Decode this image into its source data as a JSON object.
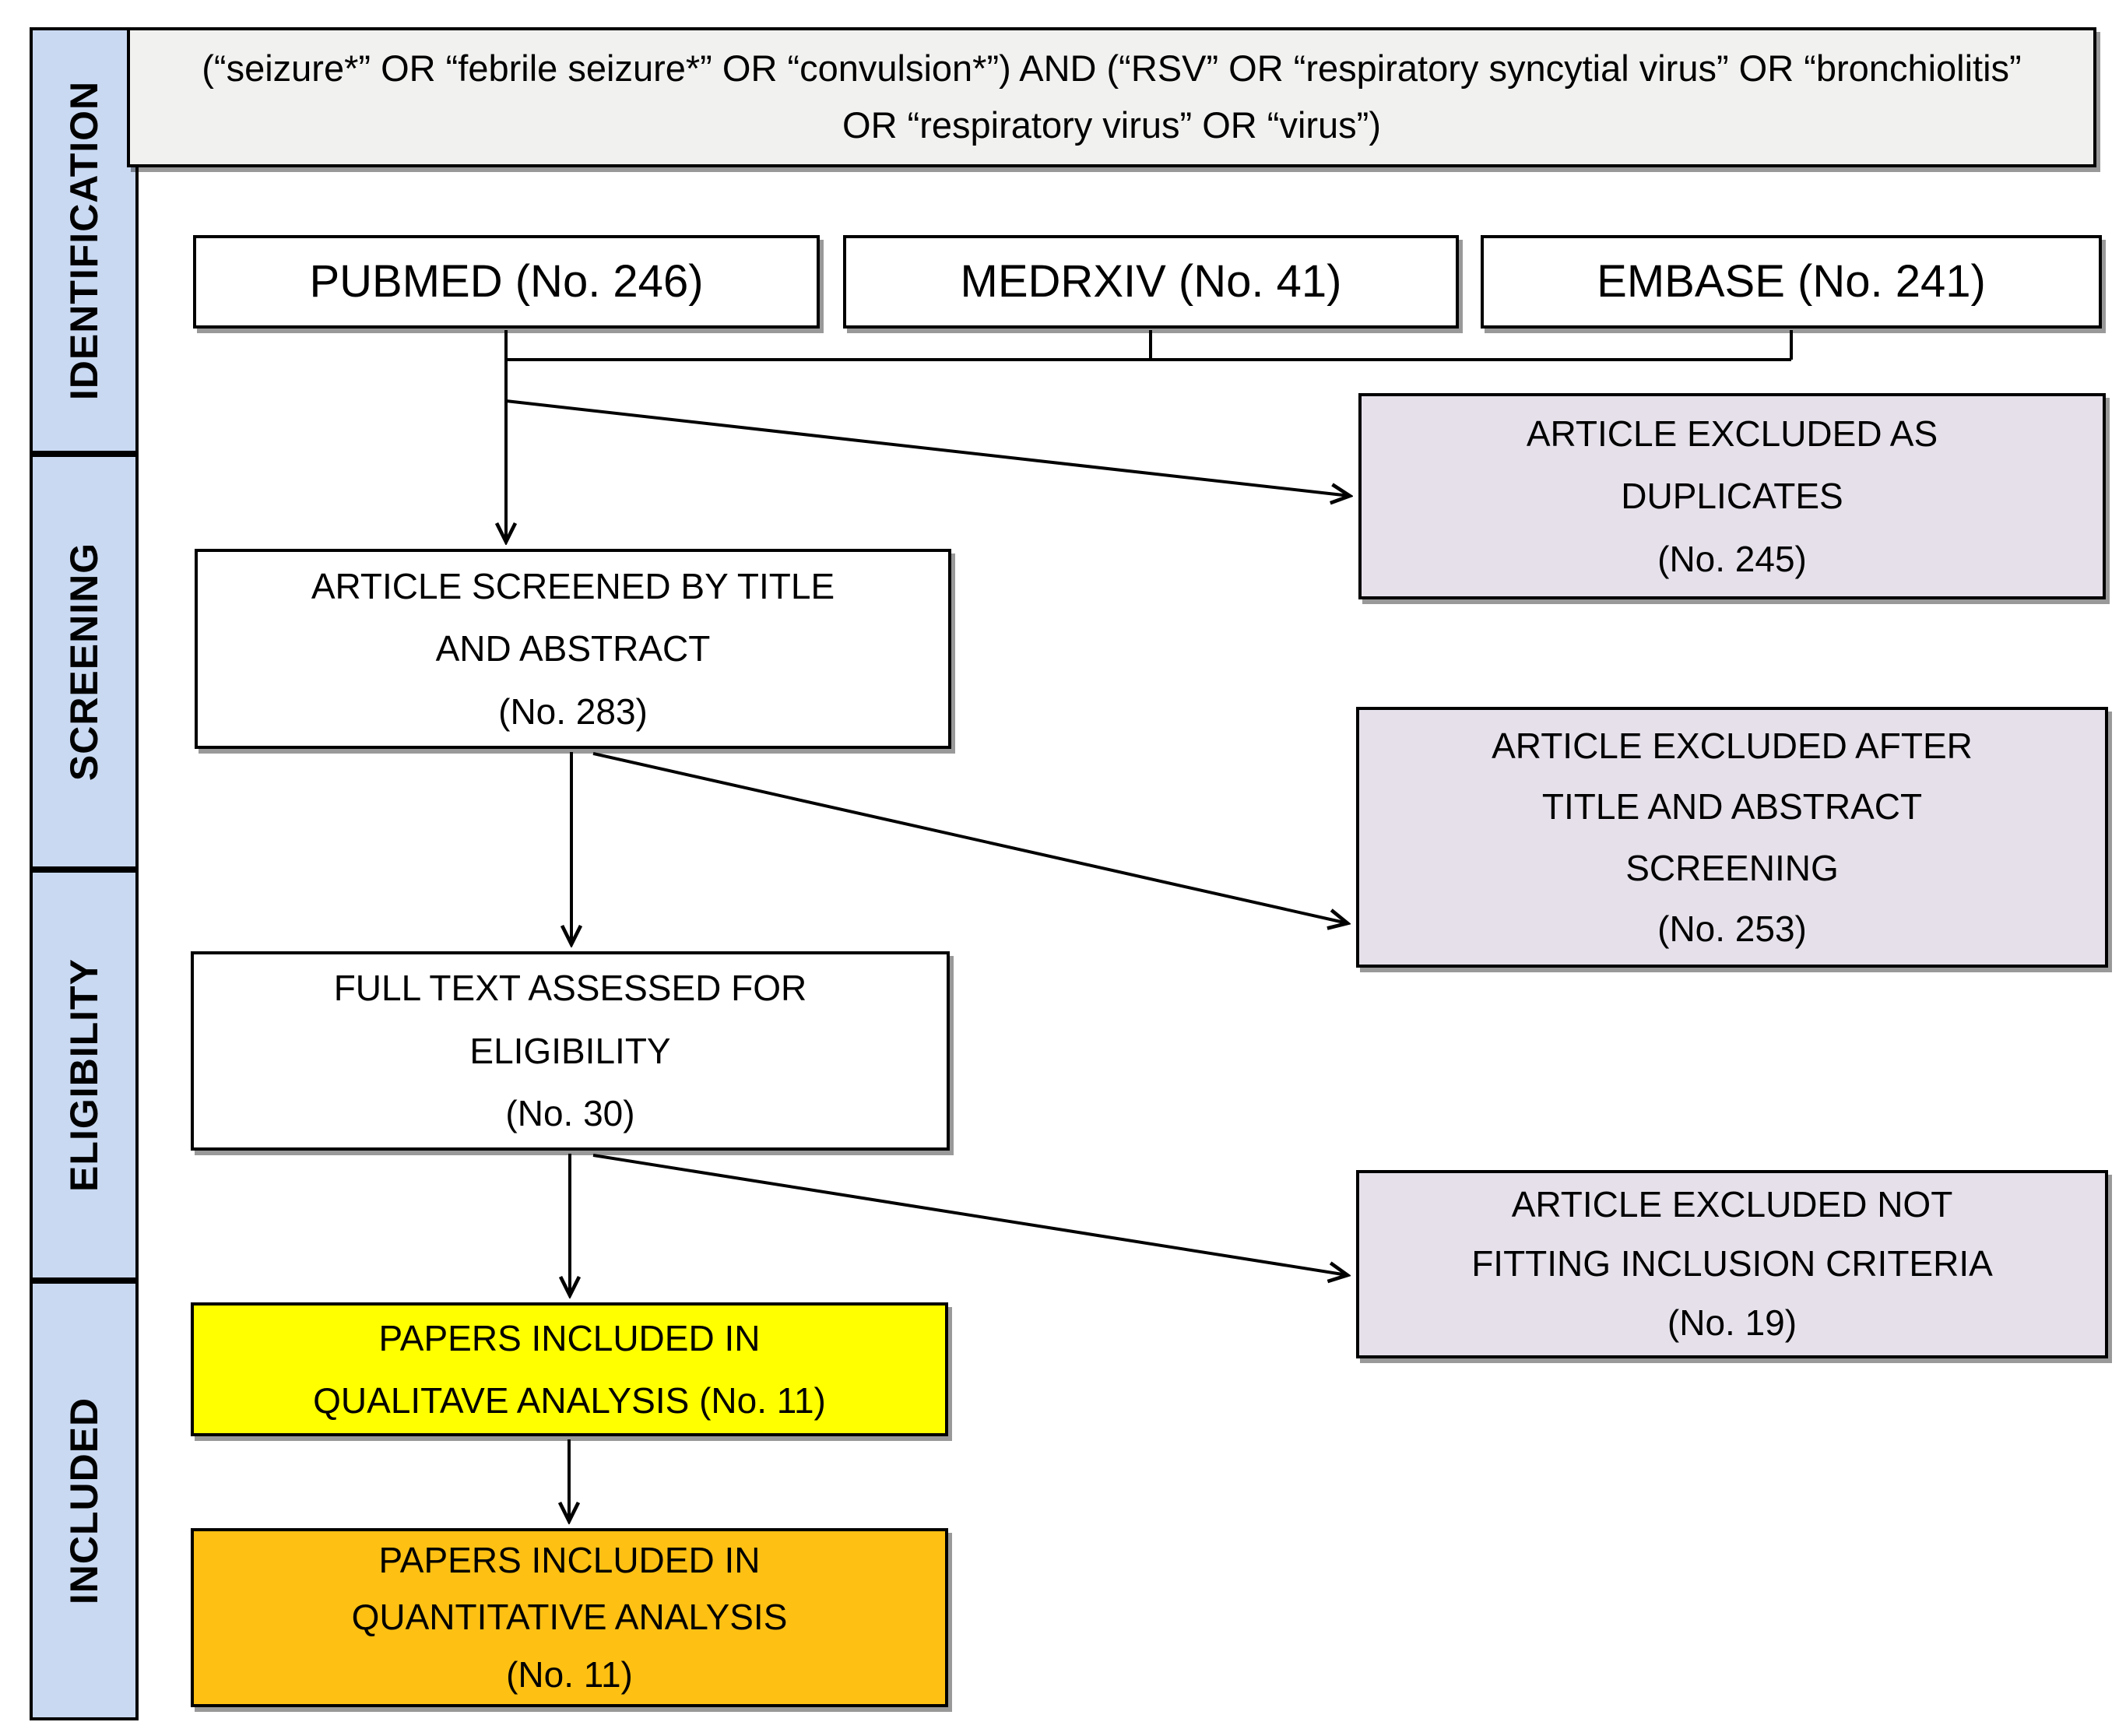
{
  "sidebar": {
    "stages": [
      {
        "label": "IDENTIFICATION"
      },
      {
        "label": "SCREENING"
      },
      {
        "label": "ELIGIBILITY"
      },
      {
        "label": "INCLUDED"
      }
    ]
  },
  "search_query": "(“seizure*” OR “febrile seizure*” OR “convulsion*”) AND (“RSV” OR “respiratory syncytial virus” OR “bronchiolitis” OR “respiratory virus” OR “virus”)",
  "databases": [
    {
      "label": "PUBMED (No. 246)"
    },
    {
      "label": "MEDRXIV (No. 41)"
    },
    {
      "label": "EMBASE (No. 241)"
    }
  ],
  "flow": {
    "screened": {
      "lines": [
        "ARTICLE SCREENED BY TITLE",
        "AND ABSTRACT",
        "(No. 283)"
      ]
    },
    "full_text": {
      "lines": [
        "FULL TEXT ASSESSED FOR",
        "ELIGIBILITY",
        "(No. 30)"
      ]
    },
    "qualitative": {
      "lines": [
        "PAPERS INCLUDED IN",
        "QUALITAVE ANALYSIS (No. 11)"
      ]
    },
    "quantitative": {
      "lines": [
        "PAPERS INCLUDED IN",
        "QUANTITATIVE ANALYSIS",
        "(No. 11)"
      ]
    }
  },
  "excluded": {
    "duplicates": {
      "lines": [
        "ARTICLE EXCLUDED AS",
        "DUPLICATES",
        "(No. 245)"
      ]
    },
    "title_abstract": {
      "lines": [
        "ARTICLE EXCLUDED AFTER",
        "TITLE AND ABSTRACT",
        "SCREENING",
        "(No. 253)"
      ]
    },
    "inclusion_criteria": {
      "lines": [
        "ARTICLE EXCLUDED NOT",
        "FITTING INCLUSION CRITERIA",
        "(No. 19)"
      ]
    }
  },
  "colors": {
    "stage_fill": "#c9d9f2",
    "query_fill": "#f1f1ef",
    "database_fill": "#ffffff",
    "flow_fill": "#ffffff",
    "excluded_fill": "#e5e0ea",
    "qualitative_fill": "#ffff00",
    "quantitative_fill": "#fdc013",
    "line_color": "#000000"
  }
}
